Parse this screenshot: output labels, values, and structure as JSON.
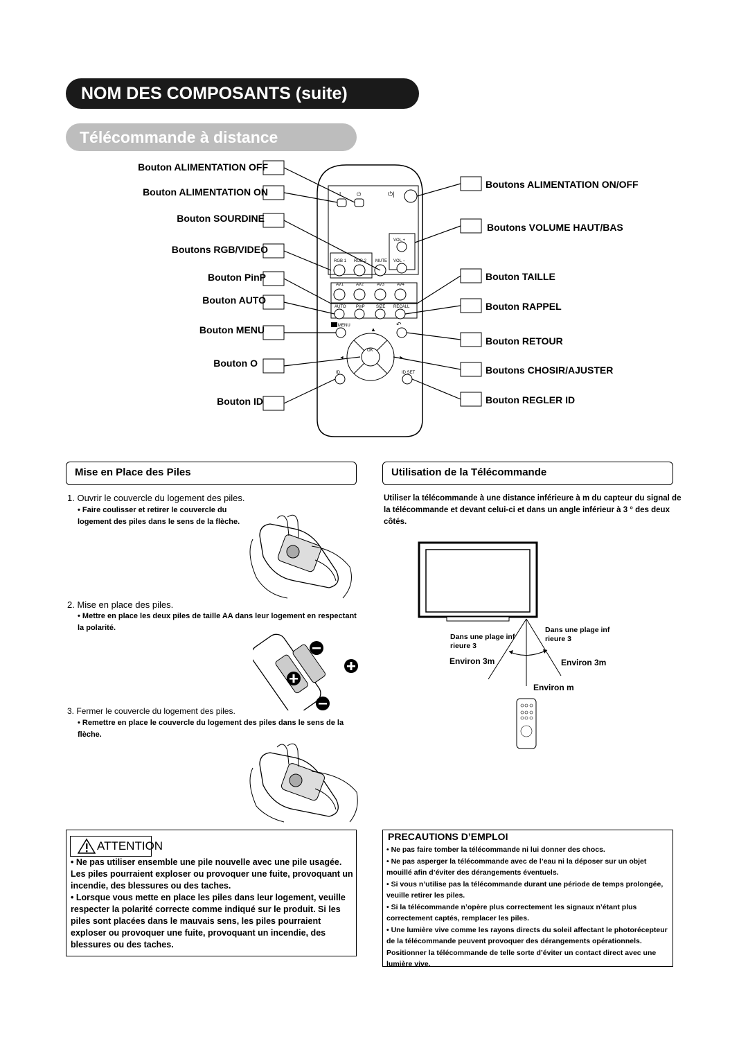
{
  "header": {
    "main_title": "NOM DES COMPOSANTS (suite)",
    "sub_title": "Télécommande à distance"
  },
  "left_labels": [
    "Bouton ALIMENTATION OFF",
    "Bouton ALIMENTATION ON",
    "Bouton SOURDINE",
    "Boutons RGB/VIDEO",
    "Bouton PinP",
    "Bouton AUTO",
    "Bouton MENU",
    "Bouton O",
    "Bouton ID"
  ],
  "right_labels": [
    "Boutons ALIMENTATION ON/OFF",
    "Boutons VOLUME HAUT/BAS",
    "Bouton TAILLE",
    "Bouton RAPPEL",
    "Bouton RETOUR",
    "Boutons CHOSIR/AJUSTER",
    "Bouton REGLER ID"
  ],
  "remote_keys": {
    "off": "I",
    "on_symbol": "⏻",
    "onoff_symbol": "⏻|",
    "vol_up": "VOL +",
    "vol_down": "VOL −",
    "rgb1": "RGB 1",
    "rgb2": "RGB 2",
    "mute": "MUTE",
    "av1": "AV1",
    "av2": "AV2",
    "av3": "AV3",
    "av4": "AV4",
    "auto": "AUTO",
    "pinp": "PinP",
    "size": "SIZE",
    "recall": "RECALL",
    "menu": "MENU",
    "ok": "OK",
    "id": "ID",
    "idset": "ID SET"
  },
  "batteries": {
    "heading": "Mise en Place des Piles",
    "step1_title": "1.  Ouvrir le couvercle du logement des piles.",
    "step1_bullet": "• Faire coulisser et retirer le couvercle du logement des piles dans le sens de la flèche.",
    "step2_title": "2.  Mise en place des piles.",
    "step2_bullet": "• Mettre en place les deux piles de taille AA dans leur logement en respectant la polarité.",
    "step3_title": "3.  Fermer le couvercle du logement des piles.",
    "step3_bullet": "• Remettre en place le couvercle du logement des piles dans le sens de la flèche."
  },
  "usage": {
    "heading": "Utilisation de la Télécommande",
    "text": "Utiliser la télécommande à une distance inférieure à   m du capteur du signal de la télécommande et devant celui-ci et dans un angle inférieur à 3  ° des deux côtés.",
    "range_left": "Dans une plage inf  rieure   3",
    "range_right": "Dans une plage inf  rieure   3",
    "dist_left": "Environ 3m",
    "dist_right": "Environ 3m",
    "dist_center": "Environ   m"
  },
  "attention": {
    "badge": "ATTENTION",
    "item1": "• Ne pas utiliser ensemble une pile nouvelle avec une pile usagée. Les piles pourraient exploser ou provoquer une fuite, provoquant un incendie, des blessures ou des taches.",
    "item2": "• Lorsque vous mette   en place les piles dans leur logement, veuille   respecter la polarité correcte comme indiqué sur le produit. Si les piles sont placées dans le mauvais sens, les piles pourraient exploser ou provoquer une fuite, provoquant un incendie, des blessures ou des taches."
  },
  "precautions": {
    "heading": "PRECAUTIONS D’EMPLOI",
    "items": [
      "•  Ne pas faire tomber la télécommande ni lui donner des chocs.",
      "•  Ne pas asperger la télécommande avec de l’eau ni la déposer sur un objet mouillé afin d’éviter des dérangements éventuels.",
      "•  Si vous n’utilise   pas la télécommande durant une période de temps prolongée, veuille   retirer les piles.",
      "•  Si la télécommande n’opère plus correctement les signaux n’étant plus correctement captés, remplacer les piles.",
      "•  Une lumière vive comme les rayons directs du soleil affectant le photorécepteur de la télécommande peuvent provoquer des dérangements opérationnels. Positionner la télécommande de telle sorte d’éviter un contact direct avec une lumière vive."
    ]
  }
}
